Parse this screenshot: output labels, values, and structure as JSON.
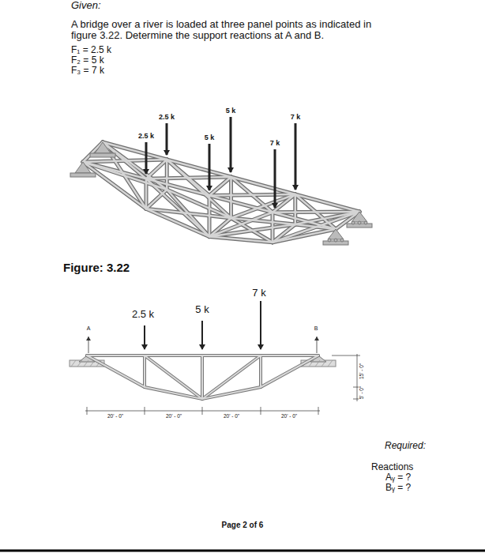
{
  "diagram": {
    "caption": "Figure: 3.22",
    "labels": [
      "Given:",
      "A bridge over a river is loaded at three panel points as indicated in figure 3.22. Determine the support reactions at A and B.",
      "F₁ = 2.5 k",
      "F₂ = 5 k",
      "F₃ = 7 k",
      "2.5 k",
      "2.5 k",
      "5 k",
      "5 k",
      "7 k",
      "7 k",
      "7 k",
      "2.5 k",
      "5 k",
      "A",
      "B",
      "20' - 0\"",
      "20' - 0\"",
      "20' - 0\"",
      "20' - 0\"",
      "15' - 0\"",
      "5' - 0\"",
      "Required:",
      "Reactions",
      "Aᵧ = ?",
      "Bᵧ = ?",
      "Page 2 of 6"
    ]
  }
}
